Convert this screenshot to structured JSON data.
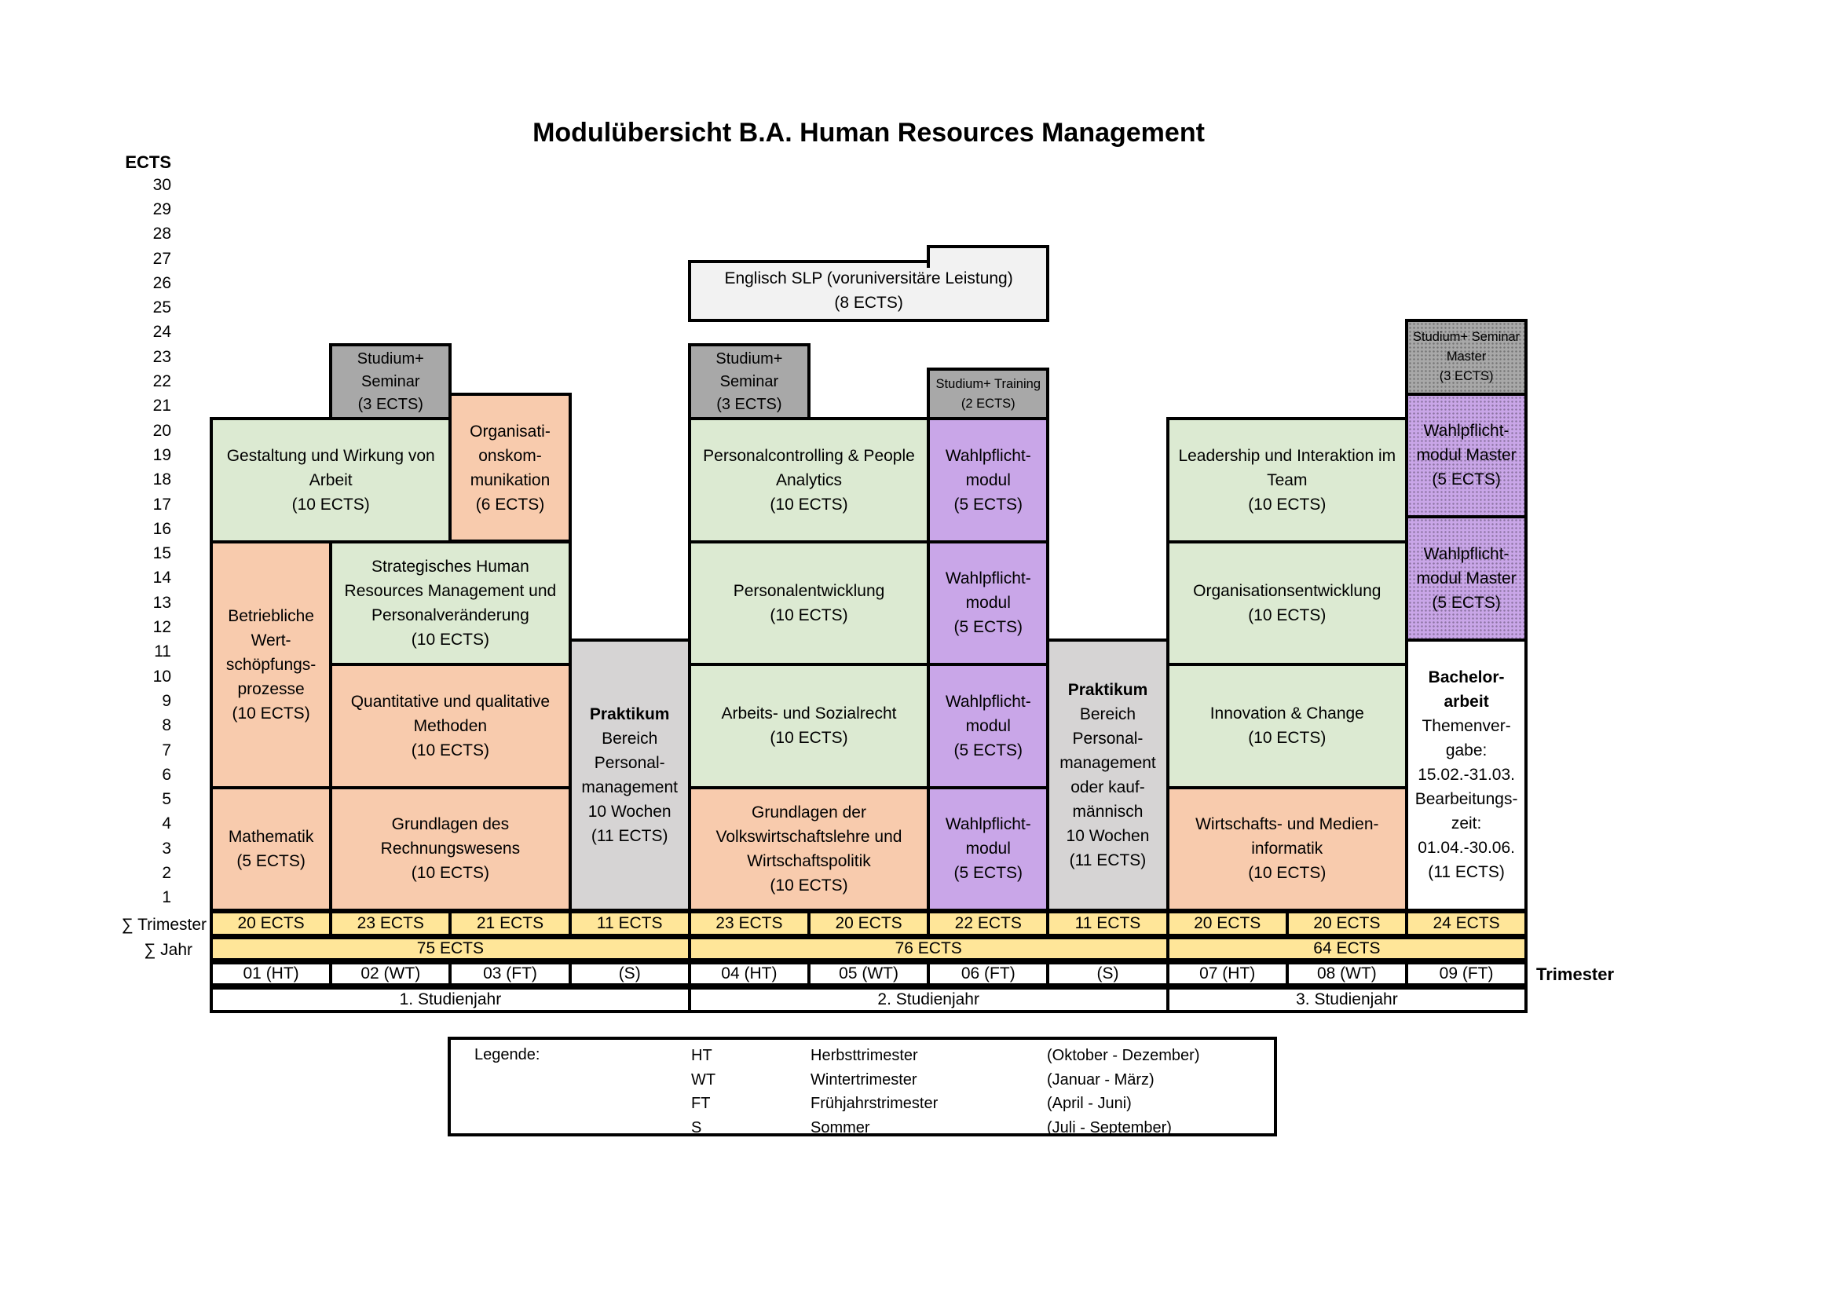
{
  "title": "Modulübersicht B.A. Human Resources Management",
  "axis": {
    "header": "ECTS",
    "ticks_top_to_bottom": [
      30,
      29,
      28,
      27,
      26,
      25,
      24,
      23,
      22,
      21,
      20,
      19,
      18,
      17,
      16,
      15,
      14,
      13,
      12,
      11,
      10,
      9,
      8,
      7,
      6,
      5,
      4,
      3,
      2,
      1
    ],
    "sum_trimester_label": "∑ Trimester",
    "sum_year_label": "∑ Jahr",
    "trimester_axis_label": "Trimester"
  },
  "colors": {
    "green": "#dcead2",
    "orange": "#f8cbad",
    "purple": "#c9a6e8",
    "gray": "#a8a8a8",
    "graylight": "#d6d4d4",
    "slp": "#f2f2f2",
    "yellow": "#ffe699",
    "white": "#ffffff",
    "border": "#000000"
  },
  "modules": [
    {
      "id": "gestaltung-und-wirkung-von-arbeit",
      "color": "green",
      "col_from": 0,
      "col_to": 1,
      "ects_from": 15,
      "ects_to": 20,
      "lines": [
        "Gestaltung und Wirkung von",
        "Arbeit",
        "(10 ECTS)"
      ]
    },
    {
      "id": "organisationskommunikation",
      "color": "orange",
      "col_from": 2,
      "col_to": 2,
      "ects_from": 15,
      "ects_to": 21,
      "lines": [
        "Organisati-",
        "onskom-",
        "munikation",
        "(6 ECTS)"
      ]
    },
    {
      "id": "studium-seminar-jahr1",
      "color": "gray",
      "col_from": 1,
      "col_to": 1,
      "ects_from": 20,
      "ects_to": 23,
      "lines": [
        "Studium+",
        "Seminar",
        "(3 ECTS)"
      ]
    },
    {
      "id": "betriebliche-wertschoepfungsprozesse",
      "color": "orange",
      "col_from": 0,
      "col_to": 0,
      "ects_from": 5,
      "ects_to": 15,
      "lines": [
        "Betriebliche",
        "Wert-",
        "schöpfungs-",
        "prozesse",
        "(10 ECTS)"
      ]
    },
    {
      "id": "strategisches-hrm",
      "color": "green",
      "col_from": 1,
      "col_to": 2,
      "ects_from": 10,
      "ects_to": 15,
      "lines": [
        "Strategisches Human",
        "Resources Management und",
        "Personalveränderung",
        "(10 ECTS)"
      ]
    },
    {
      "id": "quantitative-methoden",
      "color": "orange",
      "col_from": 1,
      "col_to": 2,
      "ects_from": 5,
      "ects_to": 10,
      "lines": [
        "Quantitative und qualitative",
        "Methoden",
        "(10 ECTS)"
      ]
    },
    {
      "id": "mathematik",
      "color": "orange",
      "col_from": 0,
      "col_to": 0,
      "ects_from": 0,
      "ects_to": 5,
      "lines": [
        "Mathematik",
        "(5 ECTS)"
      ]
    },
    {
      "id": "grundlagen-rechnungswesen",
      "color": "orange",
      "col_from": 1,
      "col_to": 2,
      "ects_from": 0,
      "ects_to": 5,
      "lines": [
        "Grundlagen des",
        "Rechnungswesens",
        "(10 ECTS)"
      ]
    },
    {
      "id": "praktikum-jahr1",
      "color": "graylight",
      "col_from": 3,
      "col_to": 3,
      "ects_from": 0,
      "ects_to": 11,
      "lines": [
        "Praktikum",
        "Bereich",
        "Personal-",
        "management",
        "10 Wochen",
        "(11 ECTS)"
      ]
    },
    {
      "id": "englisch-slp",
      "color": "slp",
      "col_from": 4,
      "col_to": 6,
      "ects_from": 24,
      "ects_to": 26.4,
      "lines": [
        "Englisch SLP (voruniversitäre Leistung)",
        "(8 ECTS)"
      ]
    },
    {
      "id": "englisch-slp-step",
      "color": "slp",
      "col_from": 6,
      "col_to": 6,
      "ects_from": 26.2,
      "ects_to": 27,
      "lines": []
    },
    {
      "id": "studium-seminar-jahr2",
      "color": "gray",
      "col_from": 4,
      "col_to": 4,
      "ects_from": 20,
      "ects_to": 23,
      "lines": [
        "Studium+",
        "Seminar",
        "(3 ECTS)"
      ]
    },
    {
      "id": "personalcontrolling-people-analytics",
      "color": "green",
      "col_from": 4,
      "col_to": 5,
      "ects_from": 15,
      "ects_to": 20,
      "lines": [
        "Personalcontrolling & People",
        "Analytics",
        "(10 ECTS)"
      ]
    },
    {
      "id": "personalentwicklung",
      "color": "green",
      "col_from": 4,
      "col_to": 5,
      "ects_from": 10,
      "ects_to": 15,
      "lines": [
        "Personalentwicklung",
        "(10 ECTS)"
      ]
    },
    {
      "id": "arbeits-und-sozialrecht",
      "color": "green",
      "col_from": 4,
      "col_to": 5,
      "ects_from": 5,
      "ects_to": 10,
      "lines": [
        "Arbeits- und Sozialrecht",
        "(10 ECTS)"
      ]
    },
    {
      "id": "grundlagen-vwl",
      "color": "orange",
      "col_from": 4,
      "col_to": 5,
      "ects_from": 0,
      "ects_to": 5,
      "lines": [
        "Grundlagen der",
        "Volkswirtschaftslehre und",
        "Wirtschaftspolitik",
        "(10 ECTS)"
      ]
    },
    {
      "id": "studium-training",
      "color": "gray",
      "col_from": 6,
      "col_to": 6,
      "ects_from": 20,
      "ects_to": 22,
      "lines": [
        "Studium+ Training",
        "(2 ECTS)"
      ]
    },
    {
      "id": "wahlpflichtmodul-1",
      "color": "purple",
      "col_from": 6,
      "col_to": 6,
      "ects_from": 15,
      "ects_to": 20,
      "lines": [
        "Wahlpflicht-",
        "modul",
        "(5 ECTS)"
      ]
    },
    {
      "id": "wahlpflichtmodul-2",
      "color": "purple",
      "col_from": 6,
      "col_to": 6,
      "ects_from": 10,
      "ects_to": 15,
      "lines": [
        "Wahlpflicht-",
        "modul",
        "(5 ECTS)"
      ]
    },
    {
      "id": "wahlpflichtmodul-3",
      "color": "purple",
      "col_from": 6,
      "col_to": 6,
      "ects_from": 5,
      "ects_to": 10,
      "lines": [
        "Wahlpflicht-",
        "modul",
        "(5 ECTS)"
      ]
    },
    {
      "id": "wahlpflichtmodul-4",
      "color": "purple",
      "col_from": 6,
      "col_to": 6,
      "ects_from": 0,
      "ects_to": 5,
      "lines": [
        "Wahlpflicht-",
        "modul",
        "(5 ECTS)"
      ]
    },
    {
      "id": "praktikum-jahr2",
      "color": "graylight",
      "col_from": 7,
      "col_to": 7,
      "ects_from": 0,
      "ects_to": 11,
      "lines": [
        "Praktikum",
        "Bereich",
        "Personal-",
        "management",
        "oder kauf-",
        "männisch",
        "10 Wochen",
        "(11 ECTS)"
      ]
    },
    {
      "id": "leadership-interaktion-team",
      "color": "green",
      "col_from": 8,
      "col_to": 9,
      "ects_from": 15,
      "ects_to": 20,
      "lines": [
        "Leadership und Interaktion im",
        "Team",
        "(10 ECTS)"
      ]
    },
    {
      "id": "organisationsentwicklung",
      "color": "green",
      "col_from": 8,
      "col_to": 9,
      "ects_from": 10,
      "ects_to": 15,
      "lines": [
        "Organisationsentwicklung",
        "(10 ECTS)"
      ]
    },
    {
      "id": "innovation-change",
      "color": "green",
      "col_from": 8,
      "col_to": 9,
      "ects_from": 5,
      "ects_to": 10,
      "lines": [
        "Innovation & Change",
        "(10 ECTS)"
      ]
    },
    {
      "id": "wirtschafts-medieninformatik",
      "color": "orange",
      "col_from": 8,
      "col_to": 9,
      "ects_from": 0,
      "ects_to": 5,
      "lines": [
        "Wirtschafts- und Medien-",
        "informatik",
        "(10 ECTS)"
      ]
    },
    {
      "id": "studium-seminar-master",
      "color": "gray",
      "col_from": 10,
      "col_to": 10,
      "ects_from": 21,
      "ects_to": 24,
      "lines": [
        "Studium+ Seminar",
        "Master",
        "(3 ECTS)"
      ]
    },
    {
      "id": "wahlpflichtmodul-master-1",
      "color": "purple",
      "col_from": 10,
      "col_to": 10,
      "ects_from": 16,
      "ects_to": 21,
      "lines": [
        "Wahlpflicht-",
        "modul Master",
        "(5 ECTS)"
      ]
    },
    {
      "id": "wahlpflichtmodul-master-2",
      "color": "purple",
      "col_from": 10,
      "col_to": 10,
      "ects_from": 11,
      "ects_to": 16,
      "lines": [
        "Wahlpflicht-",
        "modul Master",
        "(5 ECTS)"
      ]
    },
    {
      "id": "bachelorarbeit",
      "color": "white",
      "col_from": 10,
      "col_to": 10,
      "ects_from": 0,
      "ects_to": 11,
      "lines": [
        "Bachelor-",
        "arbeit",
        "Themenver-",
        "gabe:",
        "15.02.-31.03.",
        "Bearbeitungs-",
        "zeit:",
        "01.04.-30.06.",
        "(11 ECTS)"
      ]
    }
  ],
  "summary": {
    "trimester_sums": [
      "20 ECTS",
      "23 ECTS",
      "21 ECTS",
      "11 ECTS",
      "23 ECTS",
      "20 ECTS",
      "22 ECTS",
      "11 ECTS",
      "20 ECTS",
      "20 ECTS",
      "24 ECTS"
    ],
    "year_sums": [
      {
        "label": "75 ECTS",
        "col_from": 0,
        "col_to": 3
      },
      {
        "label": "76 ECTS",
        "col_from": 4,
        "col_to": 7
      },
      {
        "label": "64 ECTS",
        "col_from": 8,
        "col_to": 10
      }
    ],
    "trimester_ids": [
      "01 (HT)",
      "02 (WT)",
      "03 (FT)",
      "(S)",
      "04 (HT)",
      "05 (WT)",
      "06 (FT)",
      "(S)",
      "07 (HT)",
      "08 (WT)",
      "09 (FT)"
    ],
    "years": [
      {
        "label": "1. Studienjahr",
        "col_from": 0,
        "col_to": 3
      },
      {
        "label": "2. Studienjahr",
        "col_from": 4,
        "col_to": 7
      },
      {
        "label": "3. Studienjahr",
        "col_from": 8,
        "col_to": 10
      }
    ]
  },
  "legend": {
    "heading": "Legende:",
    "rows": [
      {
        "abbr": "HT",
        "name": "Herbsttrimester",
        "range": "(Oktober - Dezember)"
      },
      {
        "abbr": "WT",
        "name": "Wintertrimester",
        "range": "(Januar - März)"
      },
      {
        "abbr": "FT",
        "name": "Frühjahrstrimester",
        "range": "(April - Juni)"
      },
      {
        "abbr": "S",
        "name": "Sommer",
        "range": "(Juli - September)"
      }
    ]
  }
}
